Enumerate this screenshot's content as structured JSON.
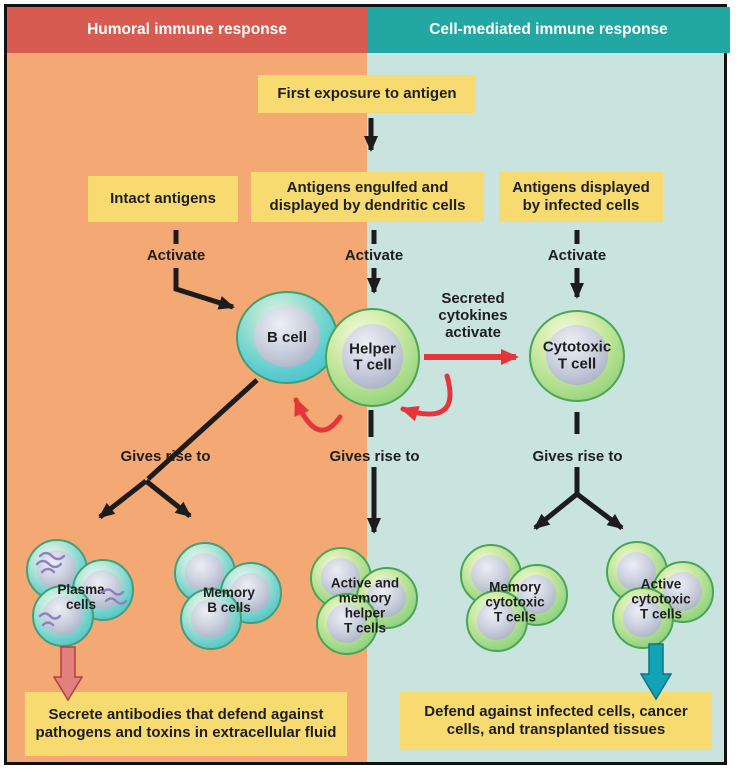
{
  "banner": {
    "humoral": "Humoral immune response",
    "cell_mediated": "Cell-mediated immune response"
  },
  "boxes": {
    "first_exposure": "First exposure to antigen",
    "intact_antigens": "Intact antigens",
    "dendritic": "Antigens engulfed and\ndisplayed by dendritic cells",
    "infected": "Antigens displayed\nby infected cells",
    "humoral_outcome": "Secrete antibodies that defend against\npathogens and toxins in extracellular fluid",
    "cell_outcome": "Defend against infected cells, cancer\ncells, and transplanted tissues"
  },
  "labels": {
    "activate_left": "Activate",
    "activate_middle": "Activate",
    "activate_right": "Activate",
    "cytokines": "Secreted\ncytokines\nactivate",
    "gives_left": "Gives rise to",
    "gives_middle": "Gives rise to",
    "gives_right": "Gives rise to"
  },
  "cells": {
    "b_cell": "B cell",
    "helper_t": "Helper\nT cell",
    "cytotoxic_t": "Cytotoxic\nT cell"
  },
  "clusters": {
    "plasma": "Plasma\ncells",
    "memory_b": "Memory\nB cells",
    "active_memory_helper": "Active and\nmemory\nhelper\nT cells",
    "memory_cytotoxic": "Memory\ncytotoxic\nT cells",
    "active_cytotoxic": "Active\ncytotoxic\nT cells"
  },
  "colors": {
    "humoral_banner": "#d85b51",
    "cell_mediated_banner": "#23a7a3",
    "humoral_background": "#f4a874",
    "cell_mediated_background": "#c9e4de",
    "label_box": "#f8db70",
    "black_arrow": "#1c1c1c",
    "red_arrow": "#e6353a",
    "plasma_secrete_arrow": "#e2807e",
    "cytotoxic_defend_arrow": "#13a3b6",
    "b_cell_fill": "#52c5c8",
    "t_cell_fill": "#9ed87f",
    "nucleus_fill": "#c3c9d9",
    "er_squiggle": "#8f7fc7"
  }
}
